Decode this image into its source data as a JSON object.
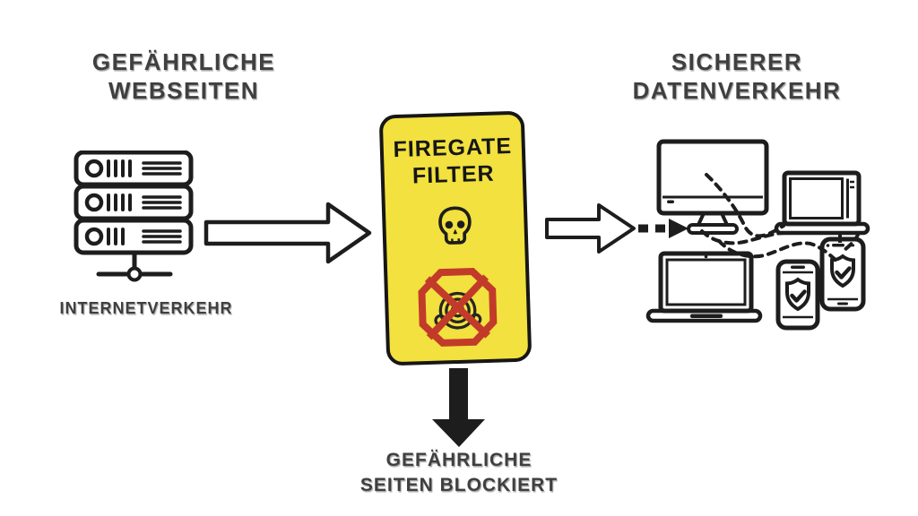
{
  "colors": {
    "background": "#ffffff",
    "ink": "#1d1d1d",
    "text": "#3f3f3f",
    "filter_box_fill": "#f2e13e",
    "blocked_sign_red": "#c23b2a"
  },
  "left_section": {
    "title": [
      "GEFÄHRLICHE",
      "WEBSEITEN"
    ],
    "server_caption": "INTERNETVERKEHR"
  },
  "filter_box": {
    "title": [
      "FIREGATE",
      "FILTER"
    ]
  },
  "right_section": {
    "title": [
      "SICHERER",
      "DATENVERKEHR"
    ]
  },
  "bottom_caption": [
    "GEFÄHRLICHE",
    "SEITEN BLOCKIERT"
  ],
  "icons": {
    "server": "server-rack-icon",
    "skull": "skull-icon",
    "blocked": "blocked-sign-icon",
    "monitor": "desktop-monitor-icon",
    "laptops": "laptop-icon",
    "phones": "smartphone-shield-icon",
    "flow_arrows": "outline-arrow-right-icon",
    "dashed_arrow": "dashed-arrow-right-icon",
    "block_arrow": "solid-arrow-down-icon"
  }
}
